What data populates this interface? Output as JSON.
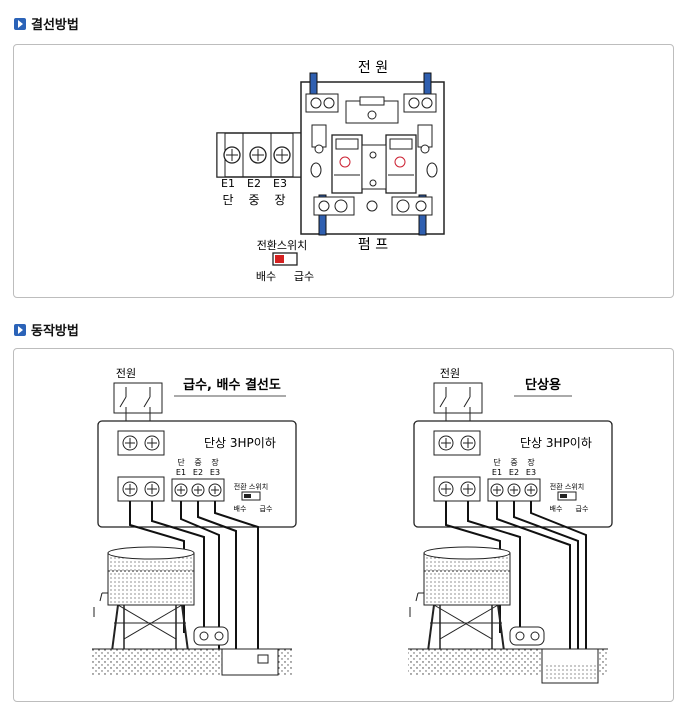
{
  "sections": {
    "wiring": {
      "title": "결선방법"
    },
    "operation": {
      "title": "동작방법"
    }
  },
  "wiring_diagram": {
    "power_label": "전 원",
    "pump_label": "펌 프",
    "terminals": [
      {
        "code": "E1",
        "name": "단"
      },
      {
        "code": "E2",
        "name": "중"
      },
      {
        "code": "E3",
        "name": "장"
      }
    ],
    "switch": {
      "title": "전환스위치",
      "left": "배수",
      "right": "급수"
    }
  },
  "operation_diagrams": [
    {
      "heading": "급수, 배수 결선도",
      "power_label": "전원",
      "model": "단상 3HP이하",
      "terminals": [
        {
          "code": "E1",
          "name": "단"
        },
        {
          "code": "E2",
          "name": "중"
        },
        {
          "code": "E3",
          "name": "장"
        }
      ],
      "switch": {
        "title": "전환 스위치",
        "left": "배수",
        "right": "급수"
      }
    },
    {
      "heading": "단상용",
      "power_label": "전원",
      "model": "단상 3HP이하",
      "terminals": [
        {
          "code": "E1",
          "name": "단"
        },
        {
          "code": "E2",
          "name": "중"
        },
        {
          "code": "E3",
          "name": "장"
        }
      ],
      "switch": {
        "title": "전환 스위치",
        "left": "배수",
        "right": "급수"
      }
    }
  ],
  "colors": {
    "accent": "#2b63b8",
    "terminal_blue": "#2f5fb0",
    "switch_red": "#d42020"
  }
}
